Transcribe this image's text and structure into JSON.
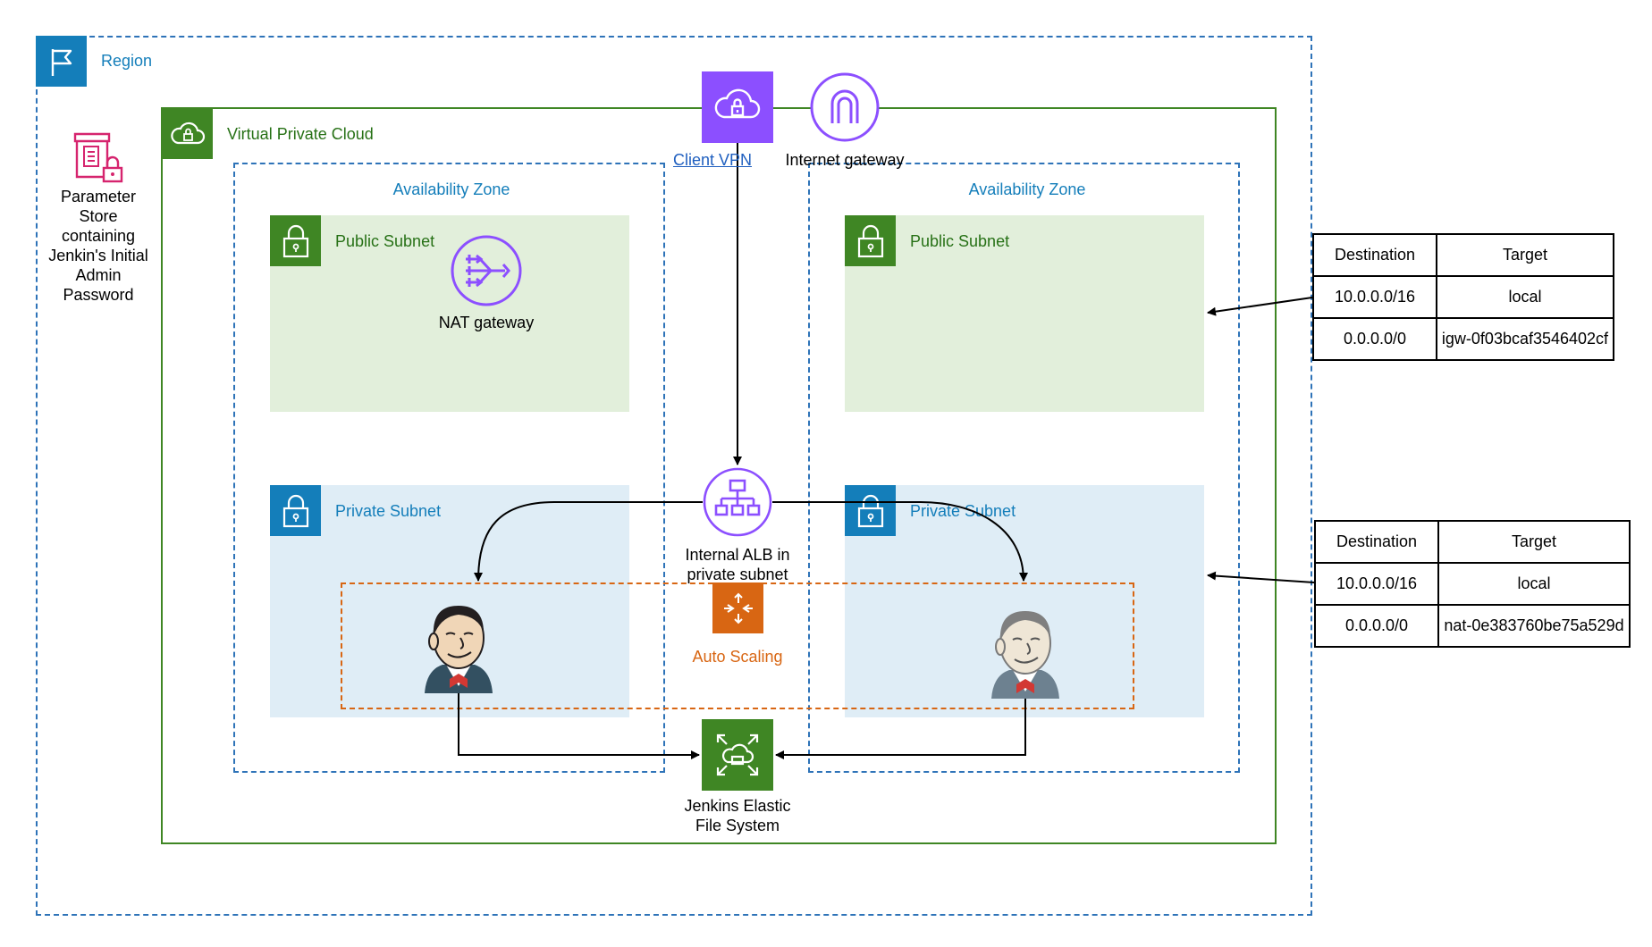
{
  "region": {
    "label": "Region"
  },
  "vpc": {
    "label": "Virtual Private Cloud"
  },
  "parameter_store": {
    "label": "Parameter Store containing Jenkin's Initial Admin Password"
  },
  "availability_zones": [
    {
      "label": "Availability Zone"
    },
    {
      "label": "Availability Zone"
    }
  ],
  "subnets": {
    "public_left": "Public Subnet",
    "public_right": "Public Subnet",
    "private_left": "Private Subnet",
    "private_right": "Private Subnet"
  },
  "nat_gateway": {
    "label": "NAT gateway"
  },
  "client_vpn": {
    "label": "Client VPN"
  },
  "internet_gateway": {
    "label": "Internet gateway"
  },
  "alb": {
    "label": "Internal ALB in private subnet"
  },
  "auto_scaling": {
    "label": "Auto Scaling"
  },
  "efs": {
    "label": "Jenkins Elastic File System"
  },
  "route_tables": [
    {
      "headers": [
        "Destination",
        "Target"
      ],
      "rows": [
        [
          "10.0.0.0/16",
          "local"
        ],
        [
          "0.0.0.0/0",
          "igw-0f03bcaf3546402cf"
        ]
      ]
    },
    {
      "headers": [
        "Destination",
        "Target"
      ],
      "rows": [
        [
          "10.0.0.0/16",
          "local"
        ],
        [
          "0.0.0.0/0",
          "nat-0e383760be75a529d"
        ]
      ]
    }
  ],
  "icons": [
    "region-flag-icon",
    "vpc-cloud-icon",
    "parameter-store-icon",
    "subnet-lock-icon",
    "nat-gateway-icon",
    "client-vpn-icon",
    "internet-gateway-icon",
    "alb-icon",
    "auto-scaling-icon",
    "efs-icon",
    "jenkins-icon"
  ],
  "colors": {
    "region": "#2e73b8",
    "vpc": "#3f8624",
    "public_subnet": "#e2efdb",
    "private_subnet": "#dfedf6",
    "auto_scaling": "#d86613",
    "network_icons": "#8c4fff",
    "parameter_store": "#d6246e"
  }
}
